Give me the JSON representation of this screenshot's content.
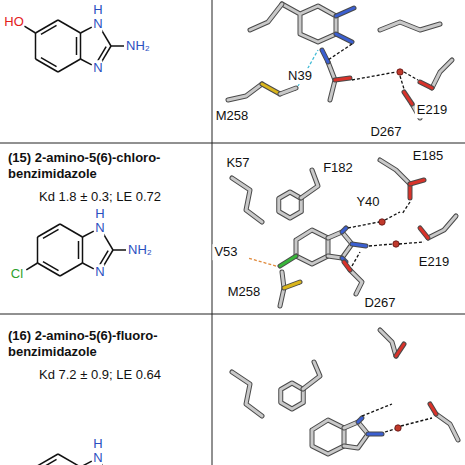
{
  "diagram": {
    "labels": [
      "HO",
      "H",
      "N",
      "NH₂",
      "N",
      "N39",
      "M258",
      "E219",
      "D267",
      "(15) 2-amino-5(6)-chloro-benzimidazole",
      "Kd 1.8 ± 0.3; LE 0.72",
      "H",
      "N",
      "NH₂",
      "N",
      "Cl",
      "K57",
      "F182",
      "E185",
      "Y40",
      "V53",
      "E219",
      "M258",
      "D267",
      "(16) 2-amino-5(6)-fluoro-benzimidazole",
      "Kd 7.2 ± 0.9; LE 0.64",
      "H",
      "N"
    ]
  }
}
